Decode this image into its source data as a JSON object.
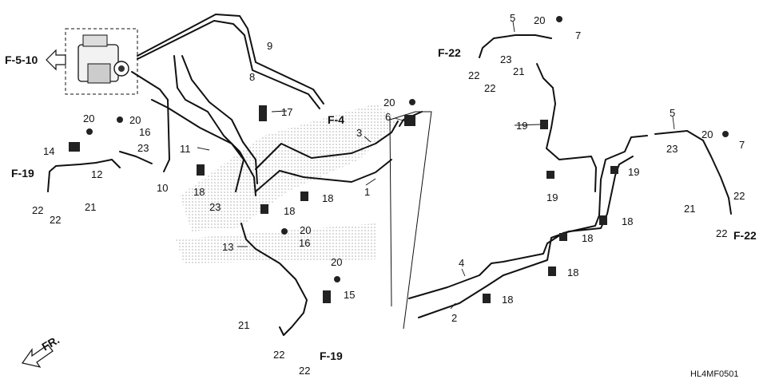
{
  "diagram": {
    "code": "HL4MF0501",
    "references": {
      "f510": "F-5-10",
      "f19_left": "F-19",
      "f4": "F-4",
      "f22_top": "F-22",
      "f22_right": "F-22",
      "f19_bottom": "F-19",
      "fr": "FR."
    },
    "parts": [
      {
        "id": "p1",
        "num": "1"
      },
      {
        "id": "p2",
        "num": "2"
      },
      {
        "id": "p3",
        "num": "3"
      },
      {
        "id": "p4",
        "num": "4"
      },
      {
        "id": "p5a",
        "num": "5"
      },
      {
        "id": "p5b",
        "num": "5"
      },
      {
        "id": "p6",
        "num": "6"
      },
      {
        "id": "p7a",
        "num": "7"
      },
      {
        "id": "p7b",
        "num": "7"
      },
      {
        "id": "p8",
        "num": "8"
      },
      {
        "id": "p9",
        "num": "9"
      },
      {
        "id": "p10",
        "num": "10"
      },
      {
        "id": "p11",
        "num": "11"
      },
      {
        "id": "p12",
        "num": "12"
      },
      {
        "id": "p13",
        "num": "13"
      },
      {
        "id": "p14",
        "num": "14"
      },
      {
        "id": "p15",
        "num": "15"
      },
      {
        "id": "p16a",
        "num": "16"
      },
      {
        "id": "p16b",
        "num": "16"
      },
      {
        "id": "p17",
        "num": "17"
      },
      {
        "id": "p18a",
        "num": "18"
      },
      {
        "id": "p18b",
        "num": "18"
      },
      {
        "id": "p18c",
        "num": "18"
      },
      {
        "id": "p18d",
        "num": "18"
      },
      {
        "id": "p18e",
        "num": "18"
      },
      {
        "id": "p18f",
        "num": "18"
      },
      {
        "id": "p18g",
        "num": "18"
      },
      {
        "id": "p19a",
        "num": "19"
      },
      {
        "id": "p19b",
        "num": "19"
      },
      {
        "id": "p19c",
        "num": "19"
      },
      {
        "id": "p20a",
        "num": "20"
      },
      {
        "id": "p20b",
        "num": "20"
      },
      {
        "id": "p20c",
        "num": "20"
      },
      {
        "id": "p20d",
        "num": "20"
      },
      {
        "id": "p20e",
        "num": "20"
      },
      {
        "id": "p20f",
        "num": "20"
      },
      {
        "id": "p20g",
        "num": "20"
      },
      {
        "id": "p21a",
        "num": "21"
      },
      {
        "id": "p21b",
        "num": "21"
      },
      {
        "id": "p21c",
        "num": "21"
      },
      {
        "id": "p21d",
        "num": "21"
      },
      {
        "id": "p22a",
        "num": "22"
      },
      {
        "id": "p22b",
        "num": "22"
      },
      {
        "id": "p22c",
        "num": "22"
      },
      {
        "id": "p22d",
        "num": "22"
      },
      {
        "id": "p22e",
        "num": "22"
      },
      {
        "id": "p22f",
        "num": "22"
      },
      {
        "id": "p22g",
        "num": "22"
      },
      {
        "id": "p22h",
        "num": "22"
      },
      {
        "id": "p23a",
        "num": "23"
      },
      {
        "id": "p23b",
        "num": "23"
      },
      {
        "id": "p23c",
        "num": "23"
      },
      {
        "id": "p23d",
        "num": "23"
      }
    ]
  }
}
